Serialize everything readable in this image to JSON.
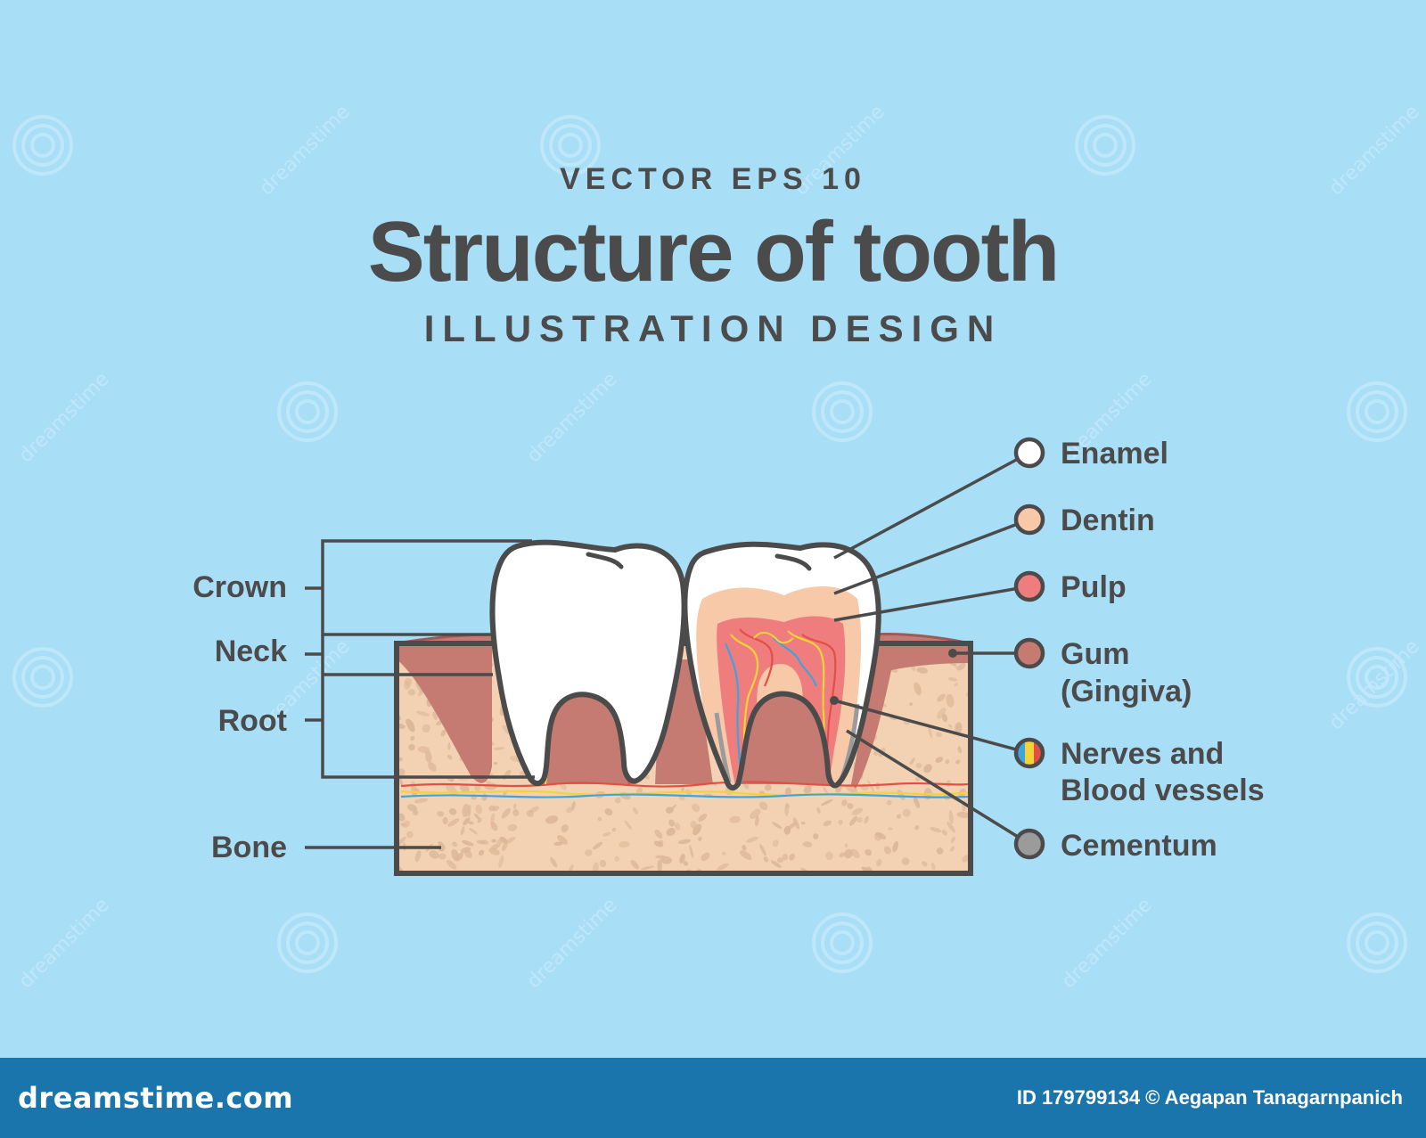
{
  "header": {
    "supertitle": "VECTOR EPS 10",
    "title": "Structure of tooth",
    "subtitle": "ILLUSTRATION DESIGN"
  },
  "left_labels": {
    "crown": "Crown",
    "neck": "Neck",
    "root": "Root",
    "bone": "Bone"
  },
  "right_labels": {
    "enamel": "Enamel",
    "dentin": "Dentin",
    "pulp": "Pulp",
    "gum_line1": "Gum",
    "gum_line2": "(Gingiva)",
    "nerves_line1": "Nerves and",
    "nerves_line2": "Blood vessels",
    "cementum": "Cementum"
  },
  "legend_colors": {
    "enamel": "#ffffff",
    "dentin": "#f8c9a8",
    "pulp": "#f07d7d",
    "gum": "#c57a72",
    "nerves": [
      "#3fa4dc",
      "#f4d23a",
      "#e24f45"
    ],
    "cementum": "#9b9b9b"
  },
  "palette": {
    "background": "#a9def7",
    "outline": "#4b4b4b",
    "bone": "#f2d2b2",
    "bone_spots": "#dcb698",
    "gum": "#c57a72",
    "footer": "#1a75ad"
  },
  "watermark": "dreamstime",
  "footer": {
    "logo": "dreamstime.com",
    "credit": "ID 179799134 © Aegapan Tanagarnpanich"
  }
}
